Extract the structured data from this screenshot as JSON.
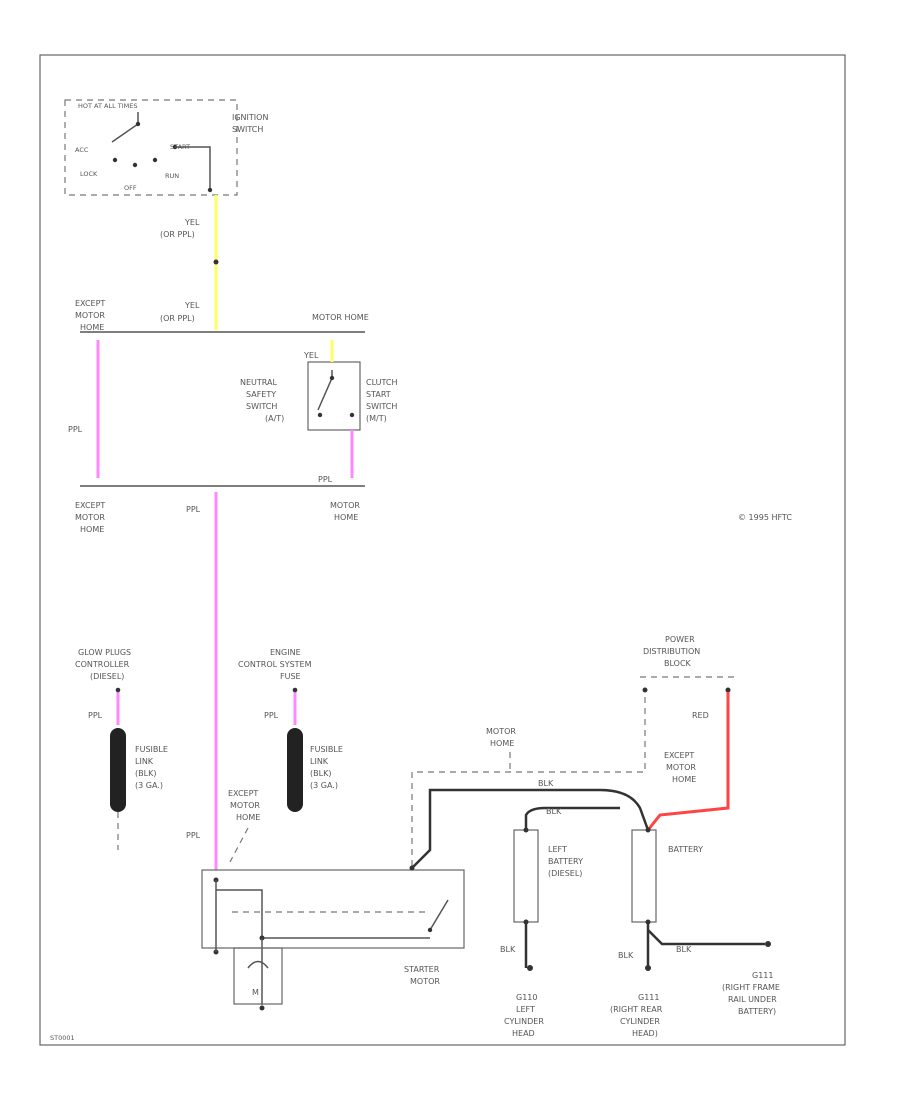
{
  "colors": {
    "pink": "#ff88ff",
    "yellow": "#ffff66",
    "red": "#ff4444",
    "line": "#555555",
    "label": "#555555"
  },
  "ignition": {
    "hot_label": "HOT AT ALL TIMES",
    "acc": "ACC",
    "start": "START",
    "lock": "LOCK",
    "off": "OFF",
    "run": "RUN",
    "title_1": "IGNITION",
    "title_2": "SWITCH"
  },
  "wires": {
    "yel_1": "YEL",
    "yel_1_alt": "(OR PPL)",
    "yel_2": "YEL",
    "yel_2_alt": "(OR PPL)",
    "yel_3": "YEL",
    "ppl_left": "PPL",
    "ppl_center": "PPL",
    "ppl_right": "PPL",
    "ppl_glow": "PPL",
    "ppl_ecs": "PPL",
    "ppl_starter": "PPL",
    "red": "RED",
    "blk_1": "BLK",
    "blk_2": "BLK",
    "blk_3": "BLK",
    "blk_4": "BLK",
    "blk_5": "BLK"
  },
  "labels": {
    "except_motor_home_top_1": "EXCEPT",
    "except_motor_home_top_2": "MOTOR",
    "except_motor_home_top_3": "HOME",
    "motor_home_top": "MOTOR HOME",
    "neutral_1": "NEUTRAL",
    "neutral_2": "SAFETY",
    "neutral_3": "SWITCH",
    "neutral_4": "(A/T)",
    "clutch_1": "CLUTCH",
    "clutch_2": "START",
    "clutch_3": "SWITCH",
    "clutch_4": "(M/T)",
    "except_motor_home_bot_1": "EXCEPT",
    "except_motor_home_bot_2": "MOTOR",
    "except_motor_home_bot_3": "HOME",
    "motor_home_bot_1": "MOTOR",
    "motor_home_bot_2": "HOME",
    "copyright": "© 1995 HFTC",
    "glow_1": "GLOW PLUGS",
    "glow_2": "CONTROLLER",
    "glow_3": "(DIESEL)",
    "ecs_1": "ENGINE",
    "ecs_2": "CONTROL SYSTEM",
    "ecs_3": "FUSE",
    "fusible_1": "FUSIBLE",
    "fusible_2": "LINK",
    "fusible_3": "(BLK)",
    "fusible_4": "(3 GA.)",
    "fusible_b_1": "FUSIBLE",
    "fusible_b_2": "LINK",
    "fusible_b_3": "(BLK)",
    "fusible_b_4": "(3 GA.)",
    "pdb_1": "POWER",
    "pdb_2": "DISTRIBUTION",
    "pdb_3": "BLOCK",
    "motor_home_mid_1": "MOTOR",
    "motor_home_mid_2": "HOME",
    "except_mh_right_1": "EXCEPT",
    "except_mh_right_2": "MOTOR",
    "except_mh_right_3": "HOME",
    "except_mh_starter_1": "EXCEPT",
    "except_mh_starter_2": "MOTOR",
    "except_mh_starter_3": "HOME",
    "left_battery_1": "LEFT",
    "left_battery_2": "BATTERY",
    "left_battery_3": "(DIESEL)",
    "battery": "BATTERY",
    "starter_1": "STARTER",
    "starter_2": "MOTOR",
    "g110_1": "G110",
    "g110_2": "LEFT",
    "g110_3": "CYLINDER",
    "g110_4": "HEAD",
    "g111_1": "G111",
    "g111_2": "(RIGHT REAR",
    "g111_3": "CYLINDER",
    "g111_4": "HEAD)",
    "g112_1": "G111",
    "g112_2": "(RIGHT FRAME",
    "g112_3": "RAIL UNDER",
    "g112_4": "BATTERY)",
    "m": "M",
    "corner": "ST0001"
  }
}
